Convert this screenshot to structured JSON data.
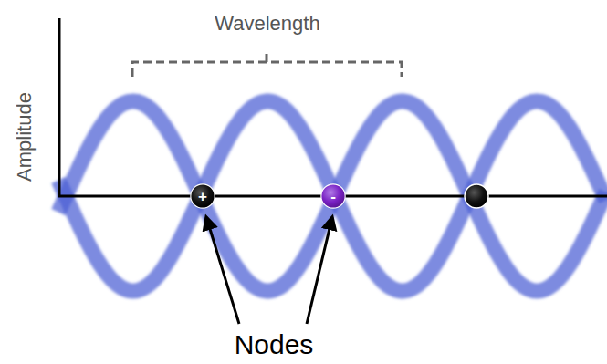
{
  "diagram": {
    "nodes": [
      {
        "text": [
          "+"
        ]
      },
      {
        "text": [
          "-"
        ]
      }
    ],
    "labels": [
      "Wavelength",
      "Amplitude",
      "Nodes"
    ]
  }
}
